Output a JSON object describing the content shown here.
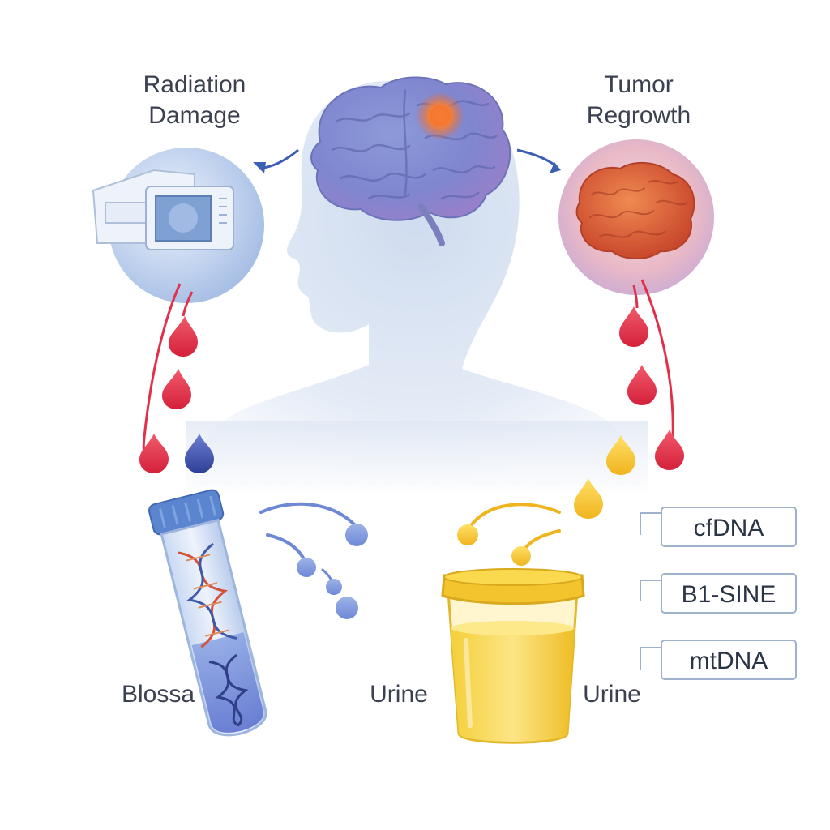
{
  "labels": {
    "top_left": [
      "Radiation",
      "Damage"
    ],
    "top_right": [
      "Tumor",
      "Regrowth"
    ],
    "bottom_blood": "Blossa",
    "bottom_urine_left": "Urine",
    "bottom_urine_right": "Urine"
  },
  "biomarkers": [
    "cfDNA",
    "B1-SINE",
    "mtDNA"
  ],
  "colors": {
    "blood": "#e1304a",
    "venous": "#3d4fa8",
    "urine": "#f3c42e",
    "brain": "#7a86cf",
    "tumor": "#e2673d",
    "silhouette": "#dde7f4",
    "box_border": "#9fb2cc"
  }
}
